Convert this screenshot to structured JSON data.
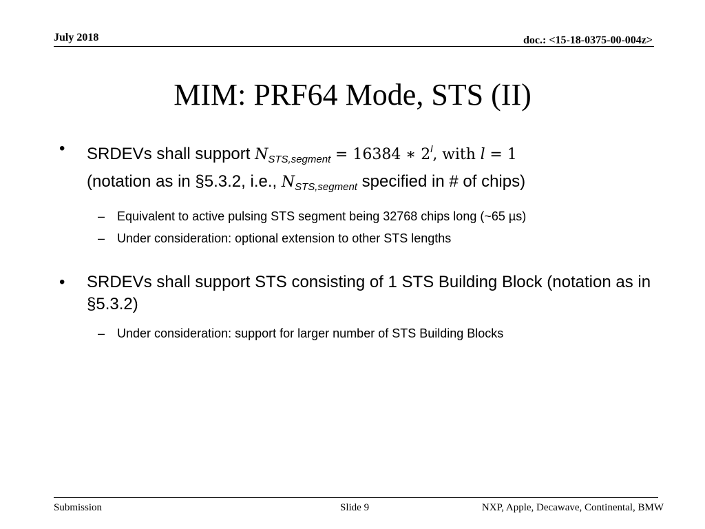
{
  "header": {
    "date": "July 2018",
    "doc": "doc.: <15-18-0375-00-004z>"
  },
  "title": "MIM: PRF64 Mode, STS (II)",
  "bullets": [
    {
      "line1_text": "SRDEVs shall support",
      "math": {
        "var": "N",
        "sub": "STS,segment",
        "eq": "= 16384 ∗ 2",
        "sup": "l",
        "comma": ",",
        "with": "with",
        "cond_var": "l",
        "cond_eq": "= 1"
      },
      "line2_pre": "(notation as in §5.3.2, i.e., ",
      "line2_var": "N",
      "line2_sub": "STS,segment",
      "line2_post": " specified in # of chips)",
      "subs": [
        "Equivalent to active pulsing STS segment being 32768 chips long (~65 µs)",
        "Under consideration: optional extension to other STS lengths"
      ]
    },
    {
      "text": "SRDEVs shall support STS consisting of 1 STS Building Block (notation as in §5.3.2)",
      "subs": [
        "Under consideration: support for larger number of STS Building Blocks"
      ]
    }
  ],
  "bullet_glyph": "•",
  "dash_glyph": "–",
  "footer": {
    "left": "Submission",
    "center": "Slide 9",
    "right": "NXP, Apple, Decawave, Continental, BMW"
  }
}
